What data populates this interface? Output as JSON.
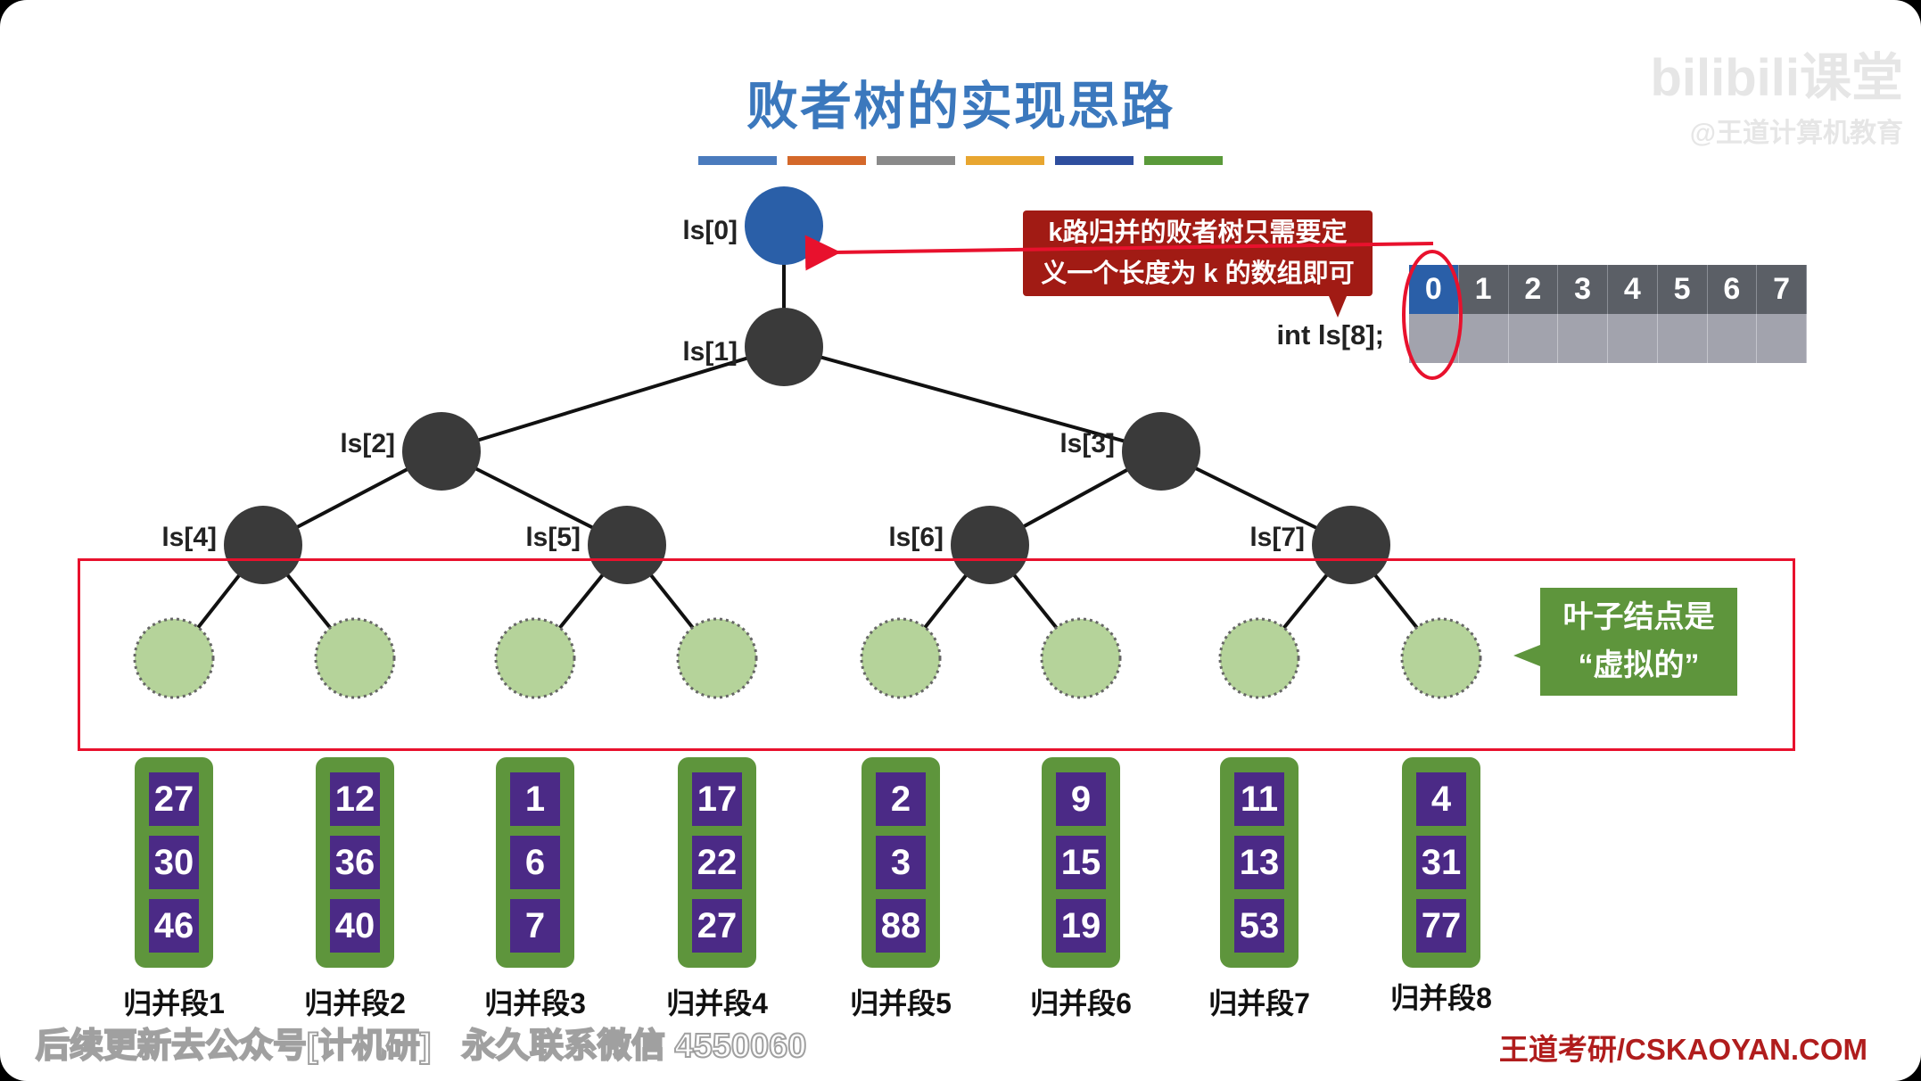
{
  "title": "败者树的实现思路",
  "title_bar_colors": [
    "#4a7bbd",
    "#d4682a",
    "#8a8a8a",
    "#e8a630",
    "#2e4e9e",
    "#5a9a3a"
  ],
  "tree": {
    "nodes": [
      {
        "label": "ls[0]",
        "color": "#2a5fa8"
      },
      {
        "label": "ls[1]",
        "color": "#3a3a3a"
      },
      {
        "label": "ls[2]",
        "color": "#3a3a3a"
      },
      {
        "label": "ls[3]",
        "color": "#3a3a3a"
      },
      {
        "label": "ls[4]",
        "color": "#3a3a3a"
      },
      {
        "label": "ls[5]",
        "color": "#3a3a3a"
      },
      {
        "label": "ls[6]",
        "color": "#3a3a3a"
      },
      {
        "label": "ls[7]",
        "color": "#3a3a3a"
      }
    ],
    "leaf_color": "#b5d39a",
    "leaf_count": 8
  },
  "red_callout": {
    "line1": "k路归并的败者树只需要定",
    "line2": "义一个长度为 k 的数组即可"
  },
  "green_callout": {
    "line1": "叶子结点是",
    "line2": "“虚拟的”"
  },
  "array": {
    "declaration": "int ls[8];",
    "indices": [
      "0",
      "1",
      "2",
      "3",
      "4",
      "5",
      "6",
      "7"
    ],
    "highlight_color": "#2a5fa8"
  },
  "runs": [
    {
      "label": "归并段1",
      "values": [
        "27",
        "30",
        "46"
      ]
    },
    {
      "label": "归并段2",
      "values": [
        "12",
        "36",
        "40"
      ]
    },
    {
      "label": "归并段3",
      "values": [
        "1",
        "6",
        "7"
      ]
    },
    {
      "label": "归并段4",
      "values": [
        "17",
        "22",
        "27"
      ]
    },
    {
      "label": "归并段5",
      "values": [
        "2",
        "3",
        "88"
      ]
    },
    {
      "label": "归并段6",
      "values": [
        "9",
        "15",
        "19"
      ]
    },
    {
      "label": "归并段7",
      "values": [
        "11",
        "13",
        "53"
      ]
    },
    {
      "label": "归并段8",
      "values": [
        "4",
        "31",
        "77"
      ]
    }
  ],
  "footer": "王道考研/CSKAOYAN.COM",
  "watermark": {
    "line1": "后续更新去公众号[计机研]",
    "line2": "永久联系微信 4550060"
  },
  "logo": {
    "main": "bilibili课堂",
    "sub": "@王道计算机教育"
  }
}
